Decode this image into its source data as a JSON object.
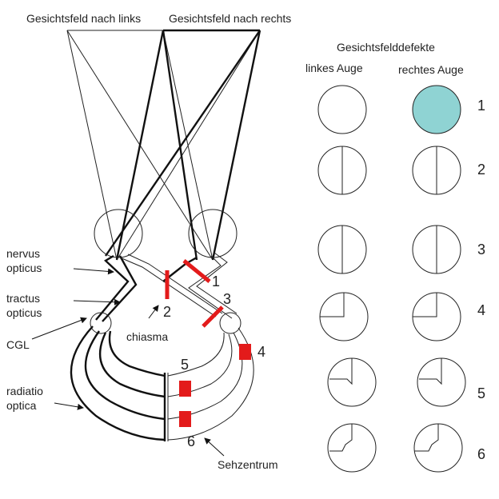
{
  "header": {
    "field_left": "Gesichtsfeld nach links",
    "field_right": "Gesichtsfeld nach rechts"
  },
  "defects": {
    "title": "Gesichtsfelddefekte",
    "left_eye": "linkes Auge",
    "right_eye": "rechtes Auge",
    "rows": [
      "1",
      "2",
      "3",
      "4",
      "5",
      "6"
    ]
  },
  "labels": {
    "nervus": "nervus",
    "opticus": "opticus",
    "tractus": "tractus",
    "tractus_opticus": "opticus",
    "cgl": "CGL",
    "chiasma": "chiasma",
    "radiatio": "radiatio",
    "optica": "optica",
    "sehzentrum": "Sehzentrum"
  },
  "lesions": {
    "l1": "1",
    "l2": "2",
    "l3": "3",
    "l4": "4",
    "l5": "5",
    "l6": "6"
  },
  "colors": {
    "line": "#111111",
    "lesion": "#e31b1b",
    "blind": "#8fd3d3"
  }
}
